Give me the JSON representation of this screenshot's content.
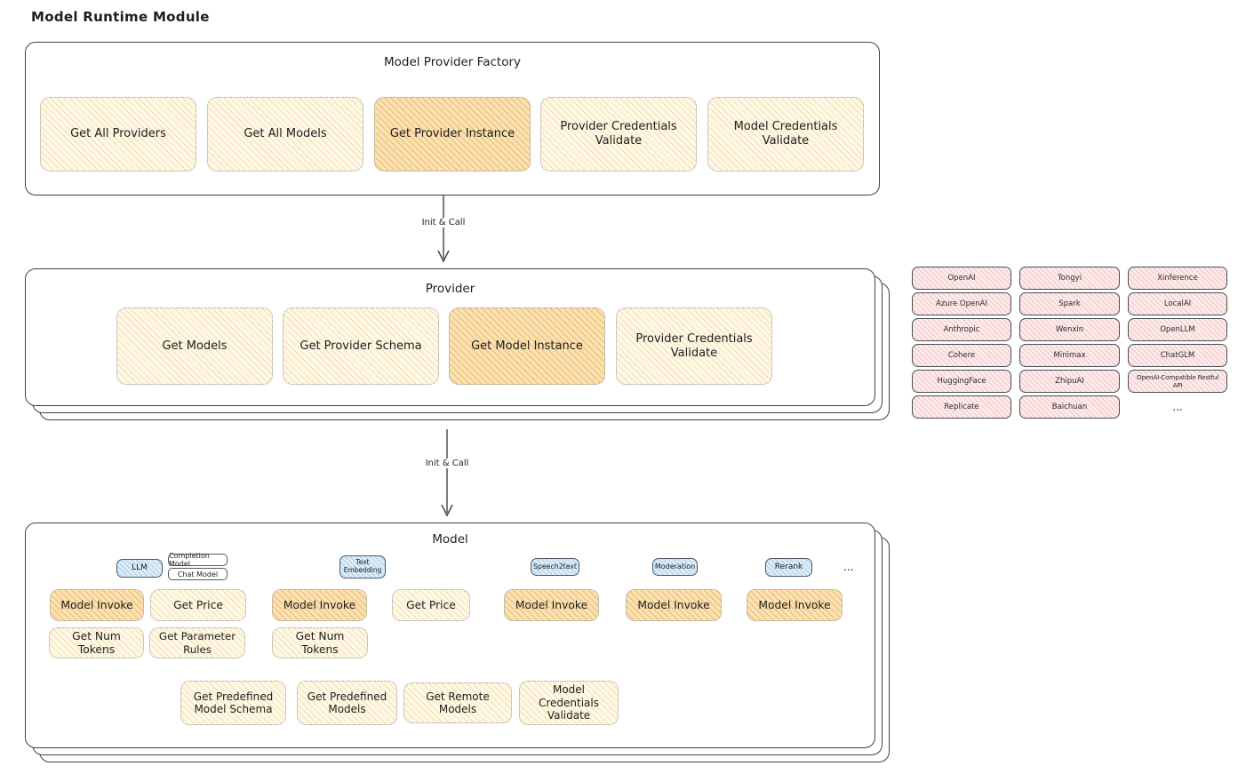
{
  "page": {
    "title": "Model Runtime Module"
  },
  "arrows": {
    "first": "Init & Call",
    "second": "Init & Call"
  },
  "factory": {
    "title": "Model Provider Factory",
    "items": [
      {
        "label": "Get All Providers",
        "highlight": false
      },
      {
        "label": "Get All Models",
        "highlight": false
      },
      {
        "label": "Get Provider Instance",
        "highlight": true
      },
      {
        "label": "Provider Credentials Validate",
        "highlight": false
      },
      {
        "label": "Model Credentials Validate",
        "highlight": false
      }
    ]
  },
  "provider": {
    "title": "Provider",
    "items": [
      {
        "label": "Get Models",
        "highlight": false
      },
      {
        "label": "Get Provider Schema",
        "highlight": false
      },
      {
        "label": "Get Model Instance",
        "highlight": true
      },
      {
        "label": "Provider Credentials Validate",
        "highlight": false
      }
    ]
  },
  "providers_grid": {
    "rows": [
      [
        "OpenAI",
        "Tongyi",
        "Xinference"
      ],
      [
        "Azure OpenAI",
        "Spark",
        "LocalAI"
      ],
      [
        "Anthropic",
        "Wenxin",
        "OpenLLM"
      ],
      [
        "Cohere",
        "Minimax",
        "ChatGLM"
      ],
      [
        "HuggingFace",
        "ZhipuAI",
        "OpenAI-Compatible Restful API"
      ],
      [
        "Replicate",
        "Baichuan"
      ]
    ],
    "more": "..."
  },
  "model": {
    "title": "Model",
    "tags": {
      "llm": "LLM",
      "completion_model": "Completion Model",
      "chat_model": "Chat Model",
      "text_embedding": "Text Embedding",
      "speech2text": "Speech2text",
      "moderation": "Moderation",
      "rerank": "Rerank",
      "more": "..."
    },
    "llm_ops": [
      "Model Invoke",
      "Get Price",
      "Get Num Tokens",
      "Get Parameter Rules"
    ],
    "embedding_ops": [
      "Model Invoke",
      "Get Price",
      "Get Num Tokens"
    ],
    "speech2text_ops": [
      "Model Invoke"
    ],
    "moderation_ops": [
      "Model Invoke"
    ],
    "rerank_ops": [
      "Model Invoke"
    ],
    "common_ops": [
      "Get Predefined Model Schema",
      "Get Predefined Models",
      "Get Remote Models",
      "Model Credentials Validate"
    ]
  },
  "colors": {
    "stroke": "#3d4248",
    "yellow_fill": "#fdf8e7",
    "yellow_hatch": "#f6dfae",
    "highlight_fill": "#f9e3b5",
    "highlight_hatch": "#f2c27c",
    "pink_fill": "#fdecec",
    "pink_hatch": "#f3c4c4",
    "blue_fill": "#dcedf9",
    "blue_hatch": "#aecfe9"
  }
}
